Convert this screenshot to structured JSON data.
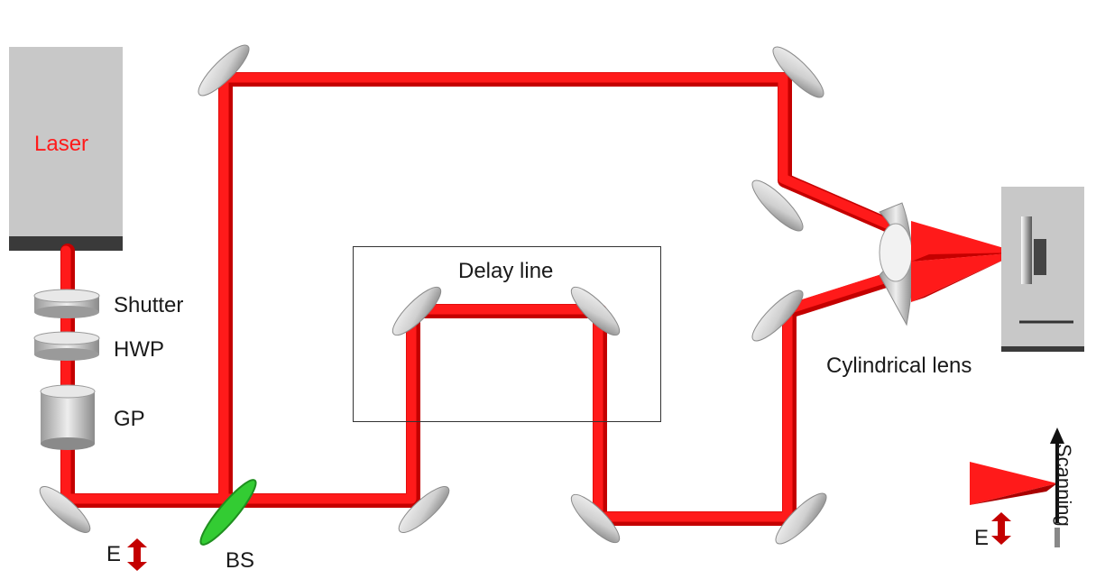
{
  "labels": {
    "laser": "Laser",
    "shutter": "Shutter",
    "hwp": "HWP",
    "gp": "GP",
    "bs": "BS",
    "e_left": "E",
    "delay_line": "Delay line",
    "cylindrical_lens": "Cylindrical lens",
    "scanning": "Scanning",
    "e_right": "E"
  },
  "colors": {
    "beam": "#ff1111",
    "beam_shadow": "#c40000",
    "mirror_light": "#e6e6e6",
    "mirror_dark": "#8c8c8c",
    "beam_splitter": "#33cc33",
    "laser_body": "#c8c8c8",
    "laser_aperture": "#3a3a3a",
    "detector_body": "#c8c8c8"
  }
}
